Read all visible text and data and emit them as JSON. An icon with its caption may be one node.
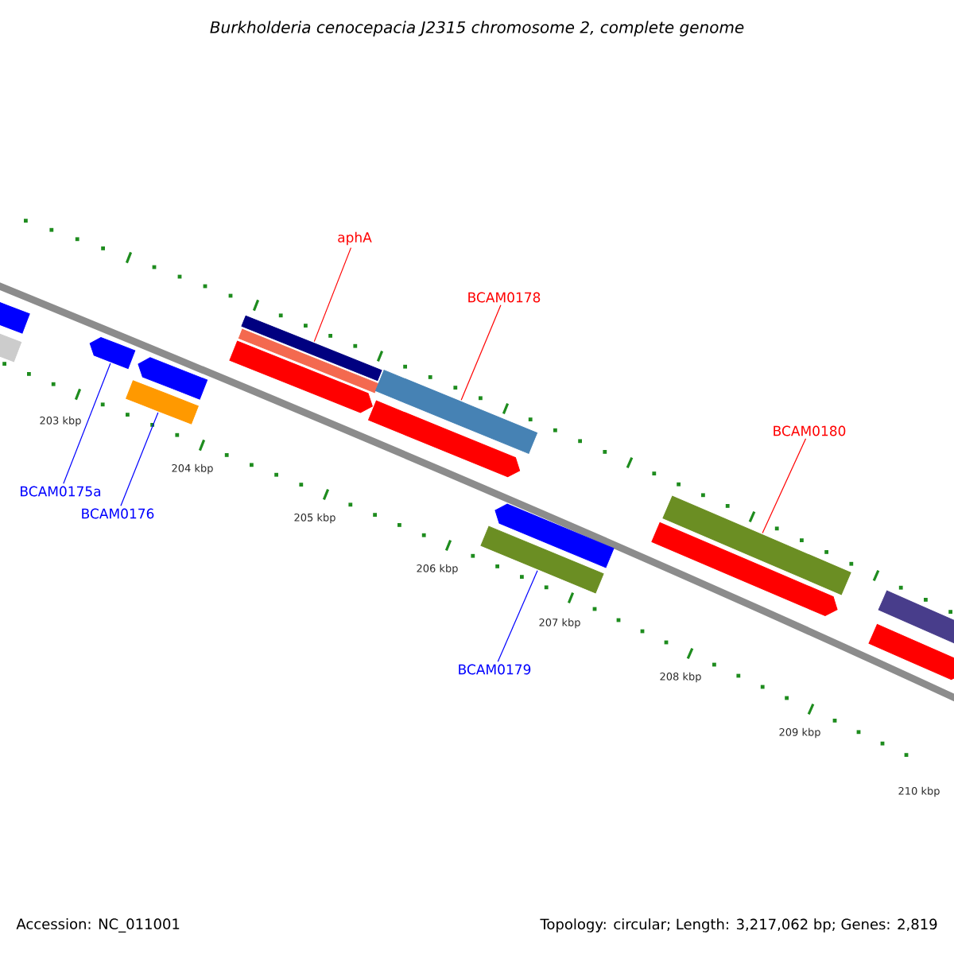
{
  "diagram": {
    "title": "Burkholderia cenocepacia J2315 chromosome 2, complete genome",
    "nodes": [
      {
        "text": [
          "aphA"
        ]
      },
      {
        "text": [
          "BCAM0178"
        ]
      },
      {
        "text": [
          "BCAM0180"
        ]
      },
      {
        "text": [
          "BCAM0175a"
        ]
      },
      {
        "text": [
          "BCAM0176"
        ]
      },
      {
        "text": [
          "BCAM0179"
        ]
      },
      {
        "text": [],
        "shape": "pentagon"
      },
      {
        "text": [],
        "shape": "bar"
      },
      {
        "text": [],
        "shape": "pentagon"
      },
      {
        "text": [],
        "shape": "pentagon"
      },
      {
        "text": [],
        "shape": "bar"
      },
      {
        "text": [],
        "shape": "bar"
      },
      {
        "text": [],
        "shape": "bar"
      },
      {
        "text": [],
        "shape": "pentagon"
      },
      {
        "text": [],
        "shape": "bar"
      },
      {
        "text": [],
        "shape": "pentagon"
      },
      {
        "text": [],
        "shape": "pentagon"
      },
      {
        "text": [],
        "shape": "bar"
      },
      {
        "text": [],
        "shape": "bar"
      },
      {
        "text": [],
        "shape": "pentagon"
      },
      {
        "text": [],
        "shape": "bar"
      },
      {
        "text": [],
        "shape": "pentagon"
      }
    ],
    "edges": [
      {
        "from": 0,
        "to": 11,
        "arrow": "none",
        "color": "#ff0000"
      },
      {
        "from": 1,
        "to": 14,
        "arrow": "none",
        "color": "#ff0000"
      },
      {
        "from": 2,
        "to": 18,
        "arrow": "none",
        "color": "#ff0000"
      },
      {
        "from": 3,
        "to": 8,
        "arrow": "none",
        "color": "#0000ff"
      },
      {
        "from": 4,
        "to": 10,
        "arrow": "none",
        "color": "#0000ff"
      },
      {
        "from": 5,
        "to": 17,
        "arrow": "none",
        "color": "#0000ff"
      }
    ],
    "labels": [
      "203 kbp",
      "204 kbp",
      "205 kbp",
      "206 kbp",
      "207 kbp",
      "208 kbp",
      "209 kbp",
      "210 kbp",
      "Accession: NC_011001",
      "Topology: circular; Length: 3,217,062 bp; Genes: 2,819"
    ]
  }
}
